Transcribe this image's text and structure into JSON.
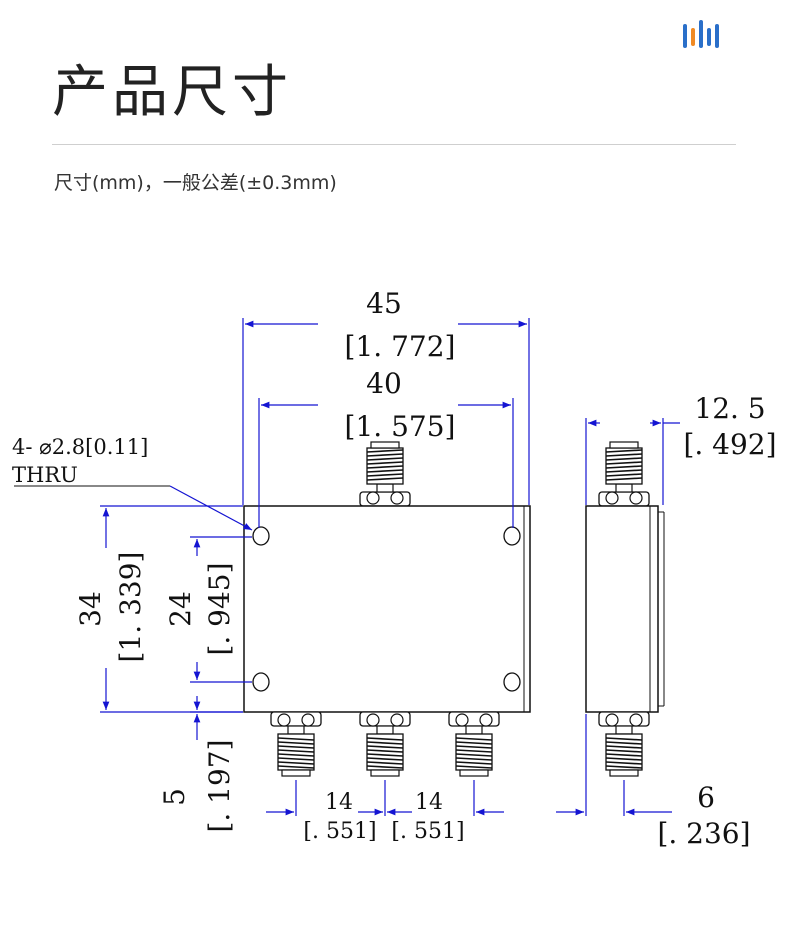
{
  "header": {
    "title": "产品尺寸",
    "subtitle": "尺寸(mm)，一般公差(±0.3mm)"
  },
  "logo": {
    "icon": "bars-logo-icon",
    "colors": {
      "blue": "#2a6fc9",
      "orange": "#f08a24"
    }
  },
  "drawing": {
    "dim_width_total": "45",
    "dim_width_total_in": "[1. 772]",
    "dim_hole_spacing_x": "40",
    "dim_hole_spacing_x_in": "[1. 575]",
    "dim_height_total": "34",
    "dim_height_total_in": "[1. 339]",
    "dim_hole_spacing_y": "24",
    "dim_hole_spacing_y_in": "[. 945]",
    "dim_bottom_offset": "5",
    "dim_bottom_offset_in": "[. 197]",
    "dim_port_pitch_1": "14",
    "dim_port_pitch_1_in": "[. 551]",
    "dim_port_pitch_2": "14",
    "dim_port_pitch_2_in": "[. 551]",
    "dim_side_width": "12. 5",
    "dim_side_width_in": "[. 492]",
    "dim_side_port": "6",
    "dim_side_port_in": "[. 236]",
    "hole_note_line1": "4- ⌀2.8[0.11]",
    "hole_note_line2": "THRU"
  },
  "colors": {
    "dimension": "#1414d2",
    "outline": "#111111"
  }
}
